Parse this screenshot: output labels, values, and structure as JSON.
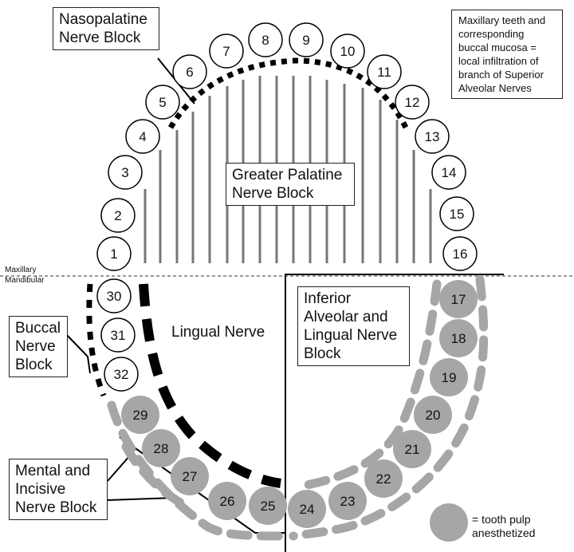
{
  "labels": {
    "nasopalatine": "Nasopalatine Nerve Block",
    "greater_palatine": "Greater Palatine Nerve Block",
    "maxillary_note": "Maxillary teeth and corresponding buccal mucosa = local infiltration of branch of Superior Alveolar Nerves",
    "maxillary": "Maxillary",
    "mandibular": "Mandibular",
    "inferior_alveolar": "Inferior Alveolar and Lingual Nerve Block",
    "buccal": "Buccal Nerve Block",
    "lingual": "Lingual Nerve",
    "mental": "Mental and Incisive Nerve Block"
  },
  "legend": {
    "text": "= tooth pulp anesthetized",
    "color": "#a6a6a6"
  },
  "teeth": {
    "maxillary": [
      "1",
      "2",
      "3",
      "4",
      "5",
      "6",
      "7",
      "8",
      "9",
      "10",
      "11",
      "12",
      "13",
      "14",
      "15",
      "16"
    ],
    "mandibular_outline": [
      "30",
      "31",
      "32"
    ],
    "mandibular_anesthetized": [
      "17",
      "18",
      "19",
      "20",
      "21",
      "22",
      "23",
      "24",
      "25",
      "26",
      "27",
      "28",
      "29"
    ]
  },
  "colors": {
    "anesthetized": "#a6a6a6",
    "ink": "#111111",
    "nerve_line": "#777777"
  }
}
